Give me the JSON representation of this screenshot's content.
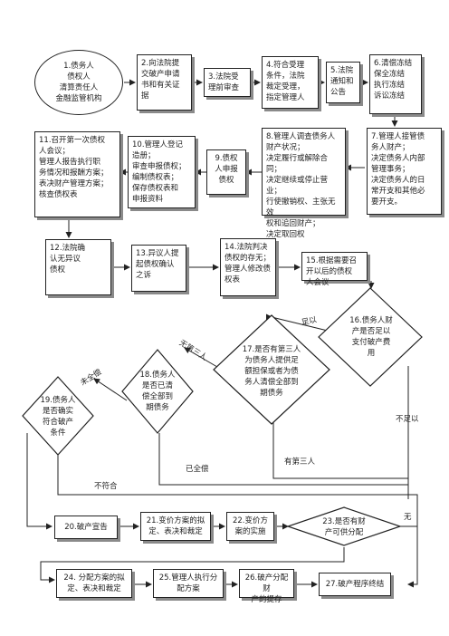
{
  "nodes": {
    "n1": "1.债务人\n债权人\n清算责任人\n金融监管机构",
    "n2": "2.向法院提\n交破产申请\n书和有关证\n据",
    "n3": "3.法院受\n理前审查",
    "n4": "4.符合受理\n条件，法院\n裁定受理，\n指定管理人",
    "n5": "5.法院\n通知和\n公告",
    "n6": "6.清偿冻结\n保全冻结\n执行冻结\n诉讼冻结",
    "n7": "7.管理人接管债\n务人财产；\n决定债务人内部\n管理事务；\n决定债务人的日\n常开支和其他必\n要开支。",
    "n8": "8.管理人调查债务人\n财产状况；\n决定履行或解除合同；\n决定继续或停止营业；\n行使撤销权、主张无效\n权和追回财产；\n决定取回权",
    "n9": "9.债权\n人申报\n债权",
    "n10": "10.管理人登记\n造册；\n审查申报债权；\n编制债权表；\n保存债权表和\n申报资料",
    "n11": "11.召开第一次债权\n人会议；\n管理人报告执行职\n务情况和报酬方案；\n表决财产管理方案；\n核查债权表",
    "n12": "12.法院确\n认无异议\n债权",
    "n13": "13.异议人提\n起债权确认\n之诉",
    "n14": "14.法院判决\n债权的存无；\n管理人修改债\n权表",
    "n15": "15.根据需要召\n开以后的债权\n人会议",
    "n16": "16.债务人财\n产是否足以\n支付破产费\n用",
    "n17": "17.是否有第三人\n为债务人提供足\n额担保或者为债\n务人清偿全部到\n期债务",
    "n18": "18.债务人\n是否已清\n偿全部到\n期债务",
    "n19": "19.债务人\n是否确实\n符合破产\n条件",
    "n20": "20.破产宣告",
    "n21": "21.变价方案的拟\n定、表决和裁定",
    "n22": "22.变价方\n案的实施",
    "n23": "23.是否有财\n产可供分配",
    "n24": "24. 分配方案的拟\n定、表决和裁定",
    "n25": "25.管理人执行分\n配方案",
    "n26": "26.破产分配财\n产的提存",
    "n27": "27.破产程序终结"
  },
  "labels": {
    "sufficient": "足以",
    "no_third_party": "无第三人",
    "not_fully_paid": "未全偿",
    "not_sufficient": "不足以",
    "fully_paid": "已全偿",
    "has_third_party": "有第三人",
    "not_conform": "不符合",
    "none": "无"
  }
}
